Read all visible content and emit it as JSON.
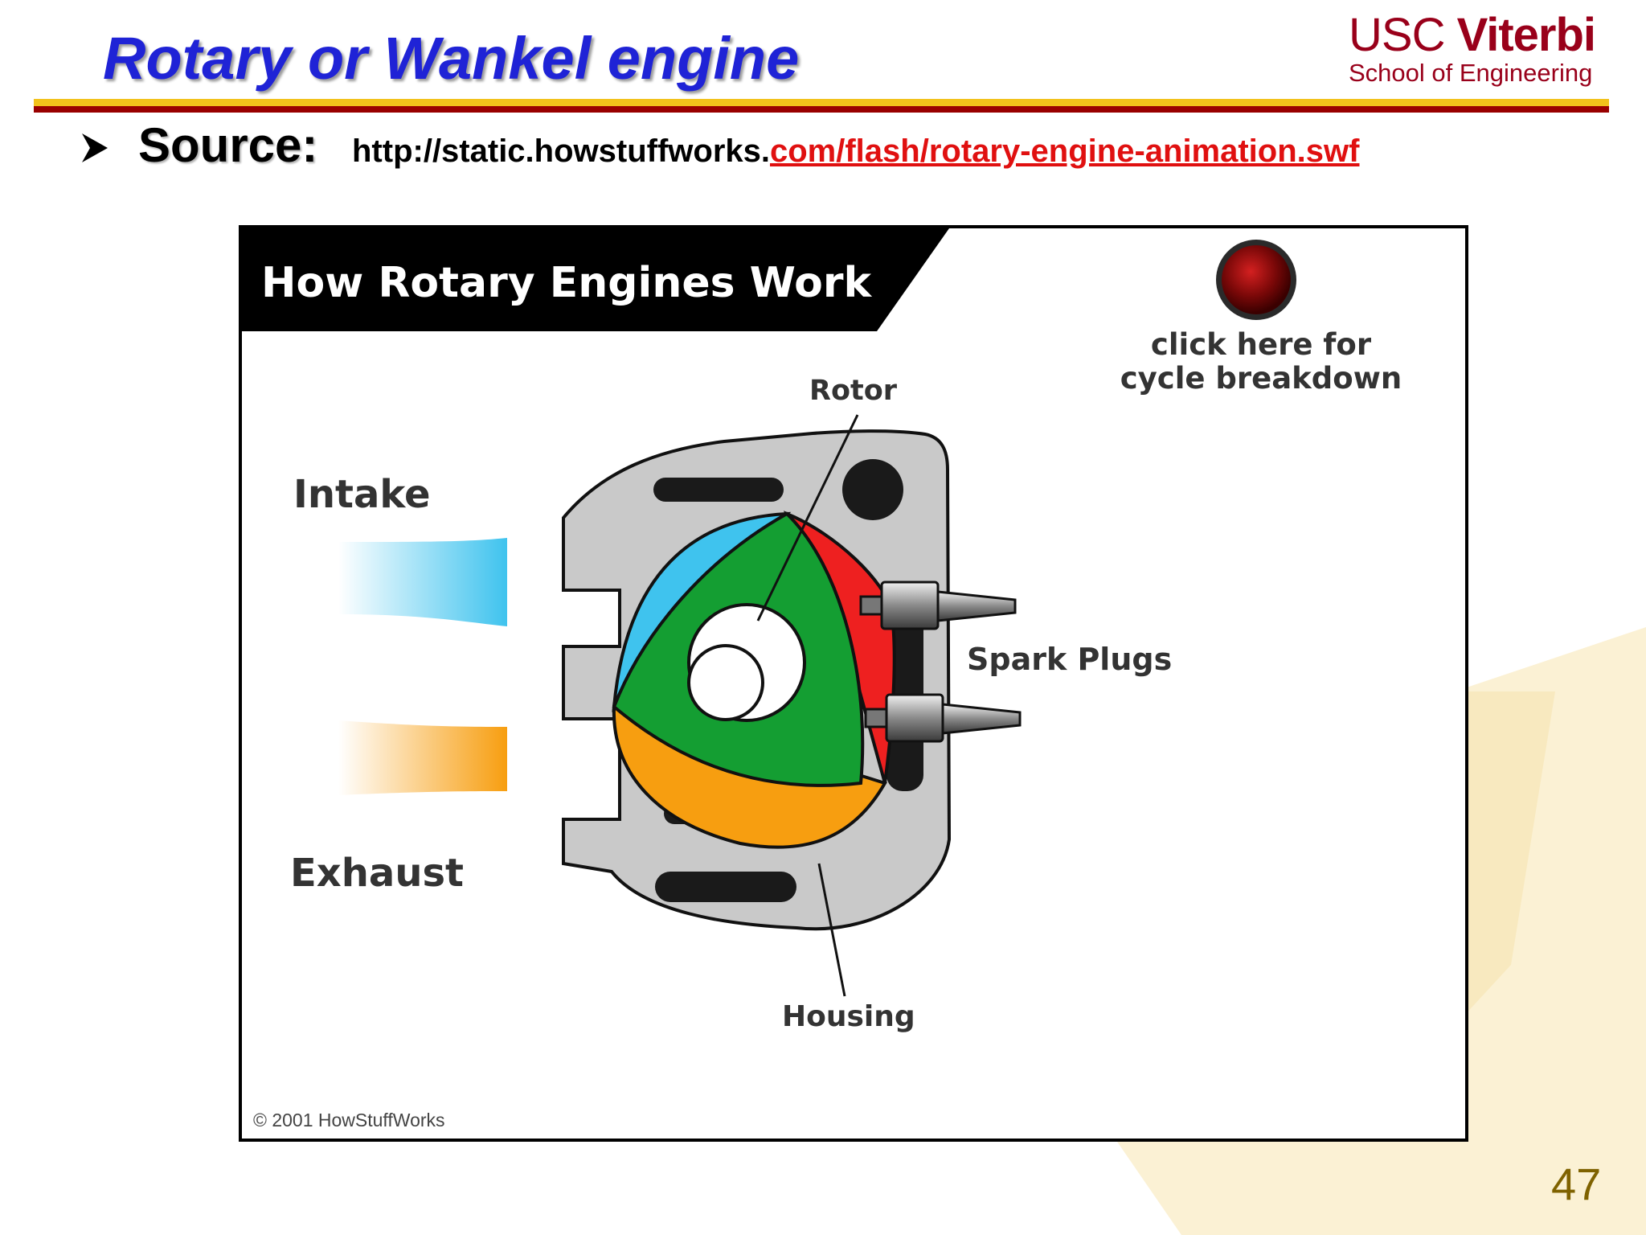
{
  "slide": {
    "title": "Rotary or Wankel engine",
    "page_number": "47"
  },
  "logo": {
    "usc": "USC",
    "viterbi": "Viterbi",
    "school": "School of Engineering"
  },
  "source": {
    "label": "Source:",
    "url_plain": "http://static.howstuffworks.",
    "url_link": "com/flash/rotary-engine-animation.swf"
  },
  "figure": {
    "banner_title": "How Rotary Engines Work",
    "button_caption": "click here for cycle breakdown",
    "labels": {
      "rotor": "Rotor",
      "intake": "Intake",
      "exhaust": "Exhaust",
      "spark_plugs": "Spark Plugs",
      "housing": "Housing"
    },
    "copyright": "© 2001 HowStuffWorks"
  },
  "colors": {
    "title_blue": "#1f23d6",
    "usc_cardinal": "#990000",
    "usc_gold": "#f2c21b",
    "link_red": "#e01010",
    "rotor_green": "#149e32",
    "intake_blue": "#3fc3ee",
    "exhaust_orange": "#f79e10",
    "combustion_red": "#ee2020",
    "housing_gray": "#c9c9c9"
  }
}
